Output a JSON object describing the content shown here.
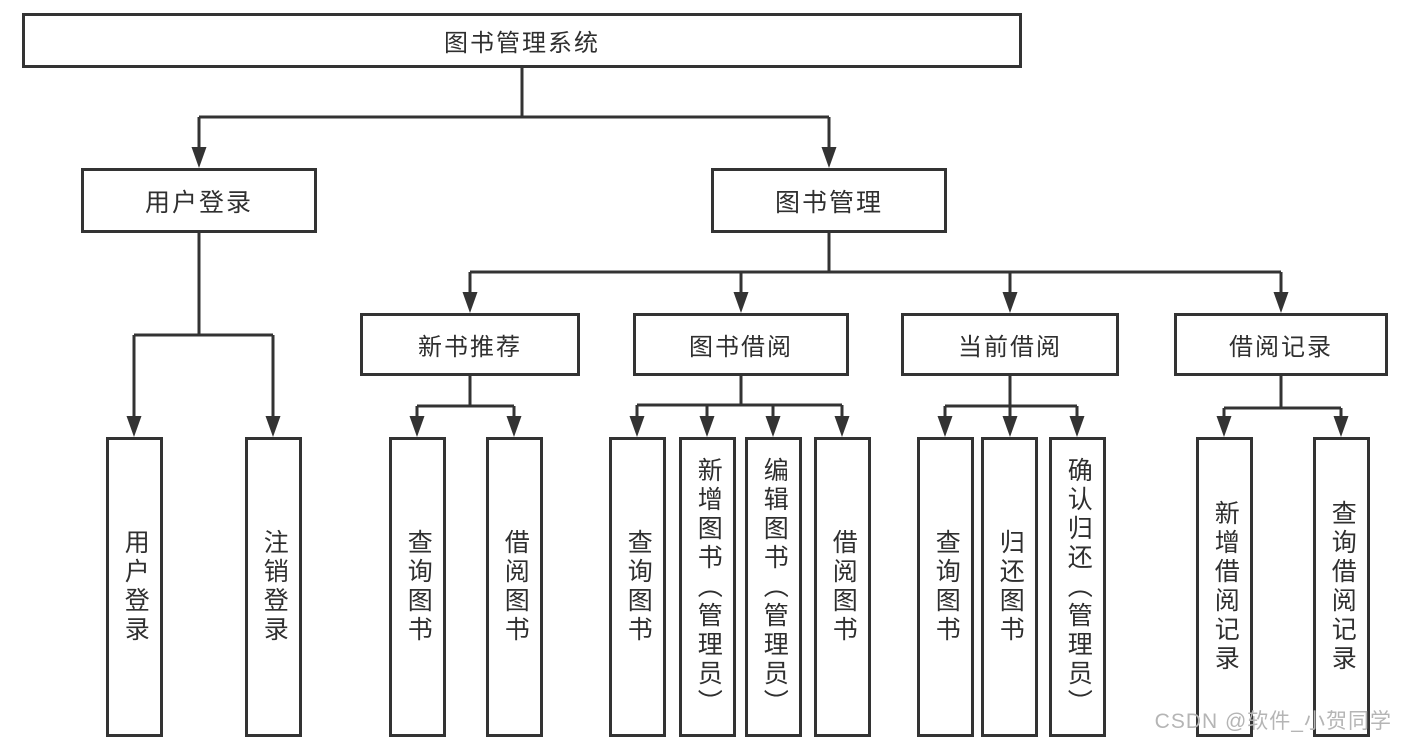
{
  "diagram": {
    "root": {
      "label": "图书管理系统"
    },
    "level2": [
      {
        "id": "user-login",
        "label": "用户登录"
      },
      {
        "id": "book-management",
        "label": "图书管理"
      }
    ],
    "level3": [
      {
        "id": "new-book-recommend",
        "label": "新书推荐"
      },
      {
        "id": "book-borrowing",
        "label": "图书借阅"
      },
      {
        "id": "current-borrowing",
        "label": "当前借阅"
      },
      {
        "id": "borrow-records",
        "label": "借阅记录"
      }
    ],
    "leaves": [
      {
        "id": "user-login-leaf",
        "label": "用户登录",
        "parent": "用户登录"
      },
      {
        "id": "logout",
        "label": "注销登录",
        "parent": "用户登录"
      },
      {
        "id": "query-books-recommend",
        "label": "查询图书",
        "parent": "新书推荐"
      },
      {
        "id": "borrow-books-recommend",
        "label": "借阅图书",
        "parent": "新书推荐"
      },
      {
        "id": "query-books-borrowing",
        "label": "查询图书",
        "parent": "图书借阅"
      },
      {
        "id": "add-books-admin",
        "label": "新增图书（管理员）",
        "parent": "图书借阅"
      },
      {
        "id": "edit-books-admin",
        "label": "编辑图书（管理员）",
        "parent": "图书借阅"
      },
      {
        "id": "borrow-books-borrowing",
        "label": "借阅图书",
        "parent": "图书借阅"
      },
      {
        "id": "query-books-current",
        "label": "查询图书",
        "parent": "当前借阅"
      },
      {
        "id": "return-books",
        "label": "归还图书",
        "parent": "当前借阅"
      },
      {
        "id": "confirm-return-admin",
        "label": "确认归还（管理员）",
        "parent": "当前借阅"
      },
      {
        "id": "add-borrow-record",
        "label": "新增借阅记录",
        "parent": "借阅记录"
      },
      {
        "id": "query-borrow-record",
        "label": "查询借阅记录",
        "parent": "借阅记录"
      }
    ],
    "watermark": "CSDN @软件_小贺同学",
    "colors": {
      "line": "#333333",
      "text": "#2f2f2f",
      "watermark": "#b5b5b5",
      "box_background": "#ffffff"
    }
  }
}
